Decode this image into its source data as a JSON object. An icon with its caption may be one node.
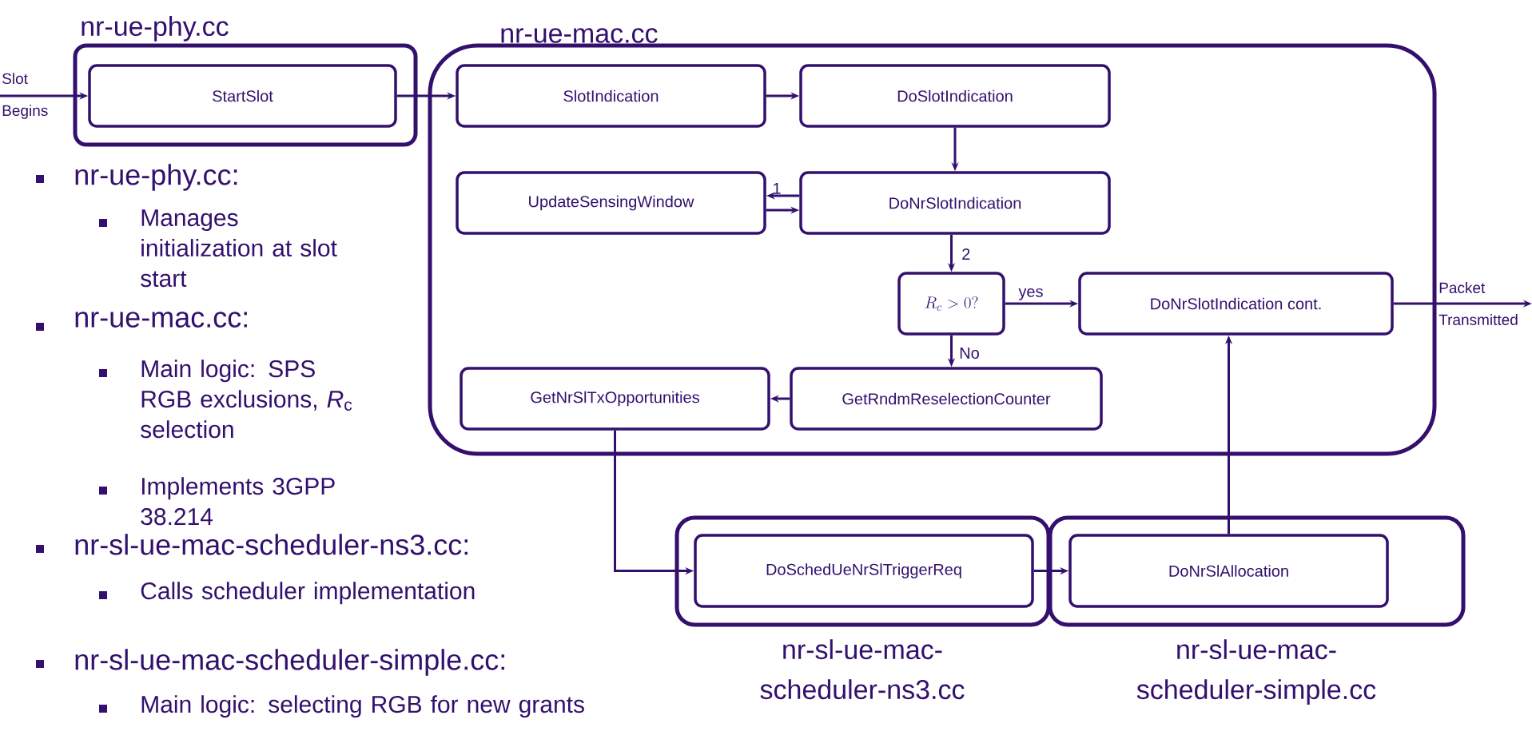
{
  "diagram": {
    "nodes": [
      {
        "text": [
          "nr-ue-phy.cc"
        ]
      },
      {
        "text": [
          "StartSlot"
        ],
        "in": 0
      },
      {
        "text": [
          "nr-ue-mac.cc"
        ]
      },
      {
        "text": [
          "SlotIndication"
        ],
        "in": 2
      },
      {
        "text": [
          "DoSlotIndication"
        ],
        "in": 2
      },
      {
        "text": [
          "UpdateSensingWindow"
        ],
        "in": 2
      },
      {
        "text": [
          "DoNrSlotIndication"
        ],
        "in": 2
      },
      {
        "text": [
          "R_c > 0?"
        ],
        "in": 2
      },
      {
        "text": [
          "DoNrSlotIndication cont."
        ],
        "in": 2
      },
      {
        "text": [
          "GetNrSlTxOpportunities"
        ],
        "in": 2
      },
      {
        "text": [
          "GetRndmReselectionCounter"
        ],
        "in": 2
      },
      {
        "text": [
          "nr-sl-ue-mac-scheduler-ns3.cc"
        ]
      },
      {
        "text": [
          "DoSchedUeNrSlTriggerReq"
        ],
        "in": 11
      },
      {
        "text": [
          "nr-sl-ue-mac-scheduler-simple.cc"
        ]
      },
      {
        "text": [
          "DoNrSlAllocation"
        ],
        "in": 13
      }
    ],
    "edges": [
      {
        "from": null,
        "to": 1,
        "arrow": "to",
        "label": "Slot Begins"
      },
      {
        "from": 1,
        "to": 3,
        "arrow": "to"
      },
      {
        "from": 3,
        "to": 4,
        "arrow": "to"
      },
      {
        "from": 4,
        "to": 6,
        "arrow": "to"
      },
      {
        "from": 6,
        "to": 5,
        "arrow": "to",
        "label": "1"
      },
      {
        "from": 5,
        "to": 6,
        "arrow": "to"
      },
      {
        "from": 6,
        "to": 7,
        "arrow": "to",
        "label": "2"
      },
      {
        "from": 7,
        "to": 8,
        "arrow": "to",
        "label": "yes"
      },
      {
        "from": 7,
        "to": 10,
        "arrow": "to",
        "label": "No"
      },
      {
        "from": 10,
        "to": 9,
        "arrow": "to"
      },
      {
        "from": 9,
        "to": 12,
        "arrow": "to"
      },
      {
        "from": 12,
        "to": 14,
        "arrow": "to"
      },
      {
        "from": 14,
        "to": 8,
        "arrow": "to"
      },
      {
        "from": 8,
        "to": null,
        "arrow": "to",
        "label": "Packet Transmitted"
      }
    ],
    "labels": [
      "nr-ue-phy.cc:",
      "Manages initialization at slot start",
      "nr-ue-mac.cc:",
      "Main logic: SPS RGB exclusions, *R*$_{c}$ selection",
      "Implements 3GPP 38.214",
      "nr-sl-ue-mac-scheduler-ns3.cc:",
      "Calls scheduler implementation",
      "nr-sl-ue-mac-scheduler-simple.cc:",
      "Main logic: selecting RGB for new grants"
    ]
  }
}
